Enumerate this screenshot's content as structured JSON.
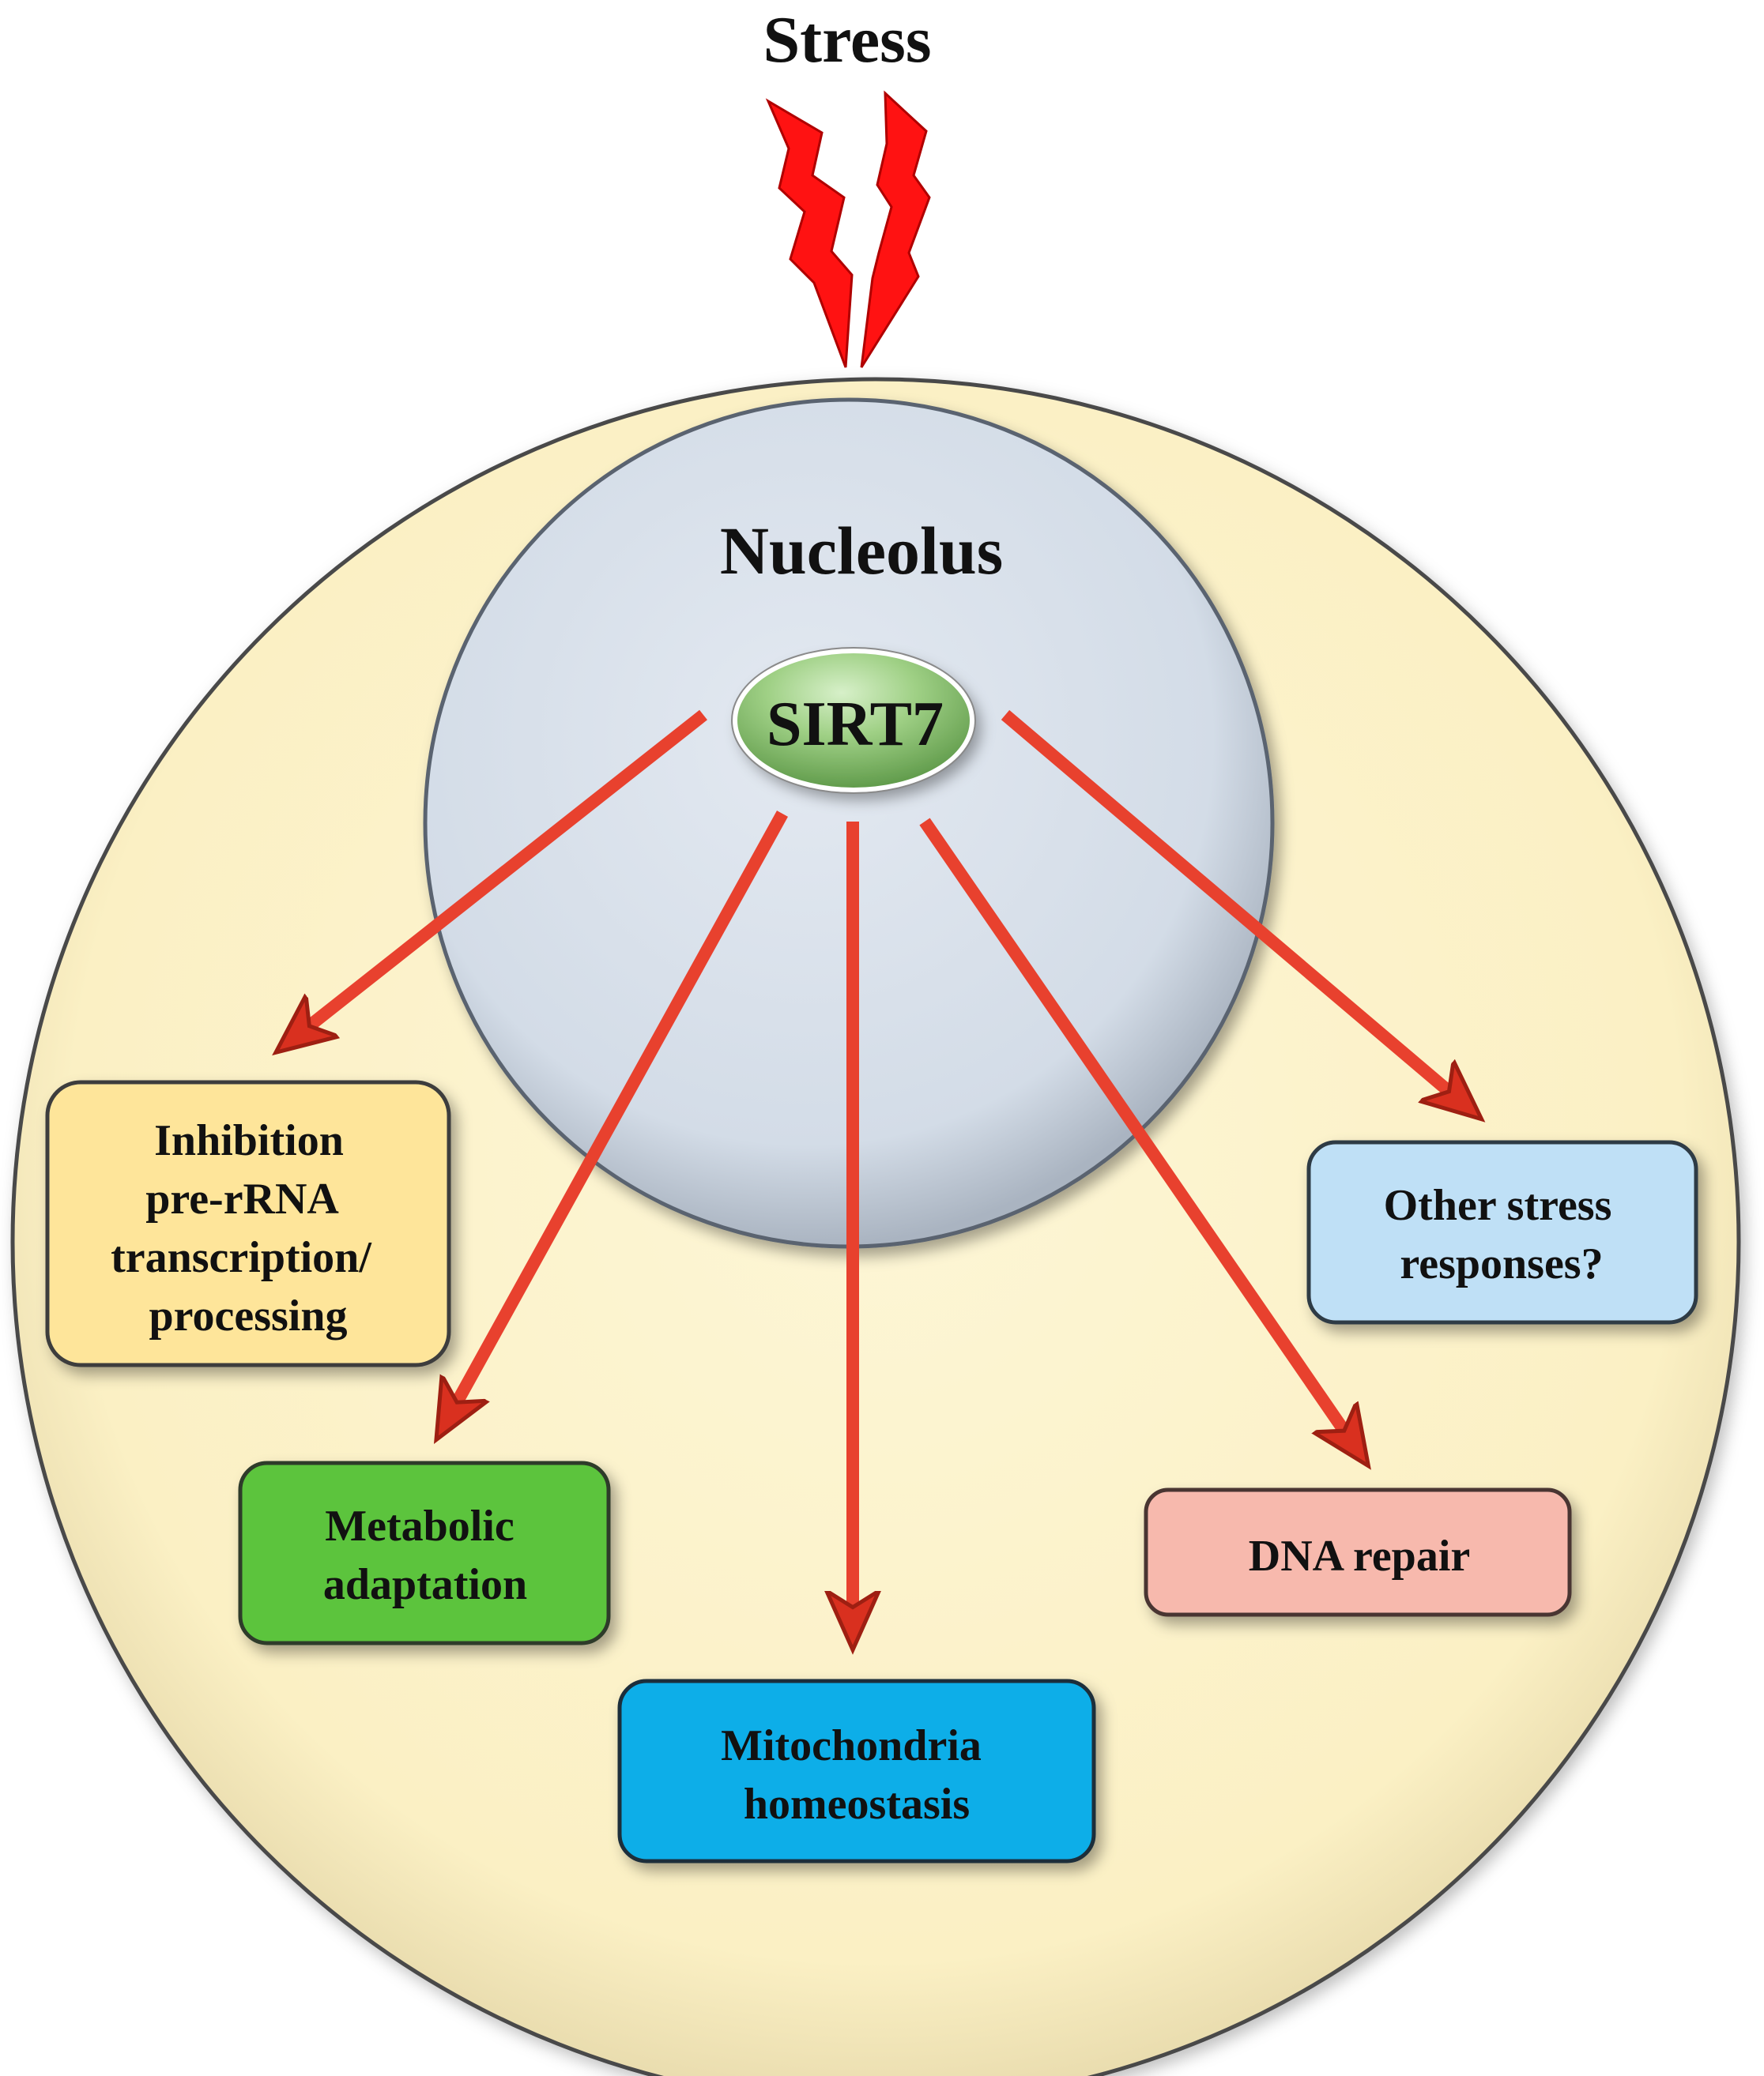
{
  "stress": {
    "label": "Stress",
    "bolt_color": "#ff1212"
  },
  "cell": {
    "fill_color": "#fbf2c9",
    "border_color": "#4d4d4d"
  },
  "nucleolus": {
    "label": "Nucleolus",
    "fill_color": "#d8e0ea"
  },
  "sirt7": {
    "label": "SIRT7",
    "fill_color": "#8fc27a"
  },
  "arrow_color": "#e8412e",
  "outcomes": [
    {
      "id": "inhibition",
      "lines": [
        "Inhibition",
        "pre-rRNA",
        "transcription/",
        "processing"
      ],
      "color": "#fee59a"
    },
    {
      "id": "metabolic",
      "lines": [
        "Metabolic",
        "adaptation"
      ],
      "color": "#5cc43c"
    },
    {
      "id": "mitochondria",
      "lines": [
        "Mitochondria",
        "homeostasis"
      ],
      "color": "#07aee8"
    },
    {
      "id": "dna-repair",
      "lines": [
        "DNA repair"
      ],
      "color": "#f7b9ad"
    },
    {
      "id": "other-stress",
      "lines": [
        "Other stress",
        "responses?"
      ],
      "color": "#bfe0f6"
    }
  ]
}
